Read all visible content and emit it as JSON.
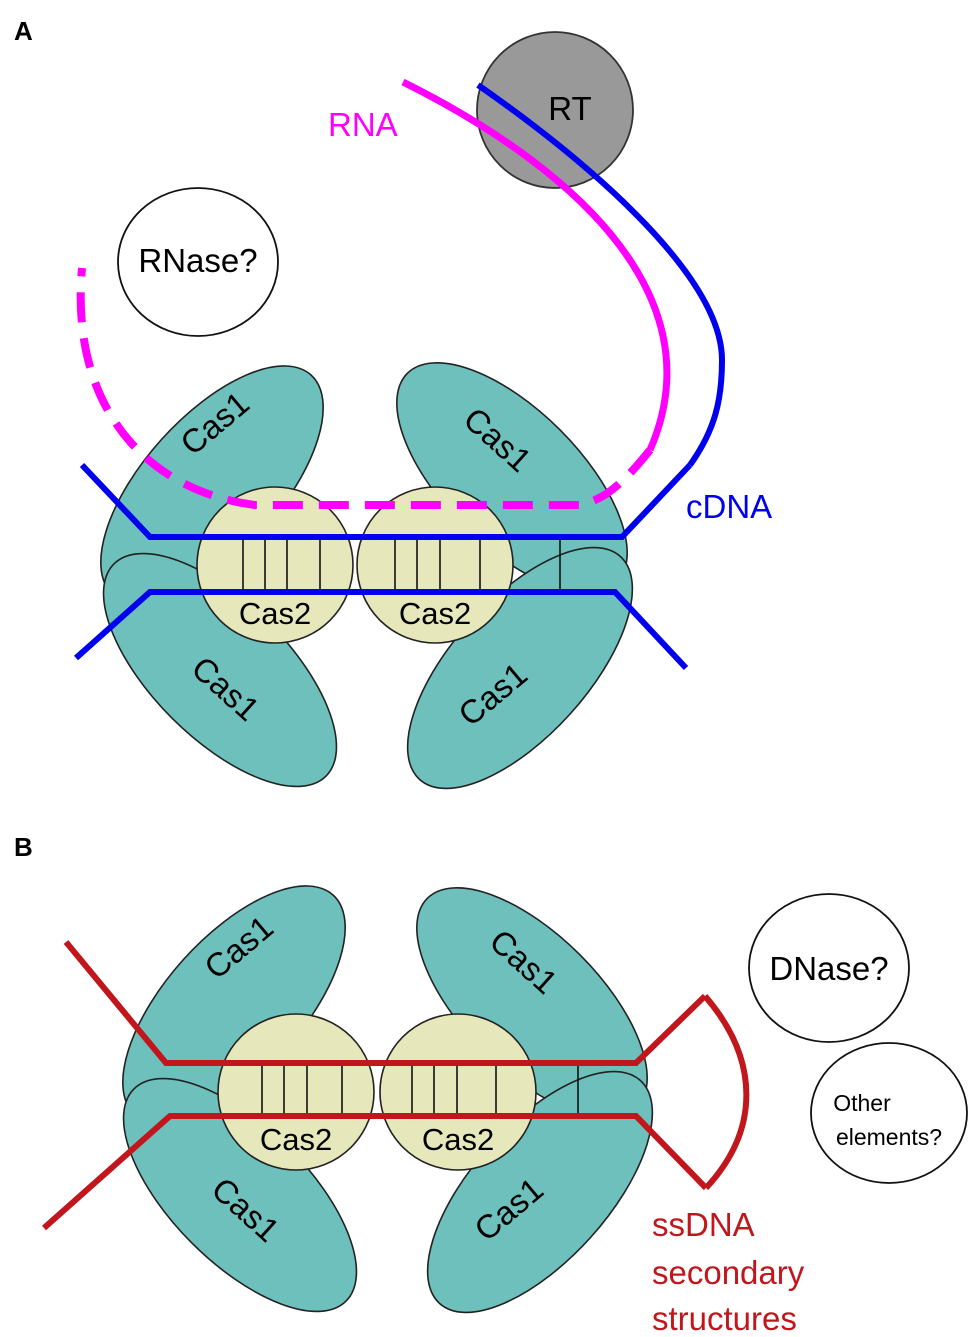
{
  "panels": [
    {
      "letter": "A",
      "labels": {
        "rna": "RNA",
        "rt": "RT",
        "rnase": "RNase?",
        "cdna": "cDNA",
        "cas1": "Cas1",
        "cas2": "Cas2"
      }
    },
    {
      "letter": "B",
      "labels": {
        "dnase": "DNase?",
        "other_line1": "Other",
        "other_line2": "elements?",
        "ss_line1": "ssDNA",
        "ss_line2": "secondary",
        "ss_line3": "structures",
        "cas1": "Cas1",
        "cas2": "Cas2"
      }
    }
  ],
  "colors": {
    "cas1": "#6dc0bb",
    "cas2": "#e6e8bb",
    "rna": "#ff00ff",
    "cdna": "#0000ee",
    "dna_b": "#c0161c",
    "rt": "#999999"
  }
}
